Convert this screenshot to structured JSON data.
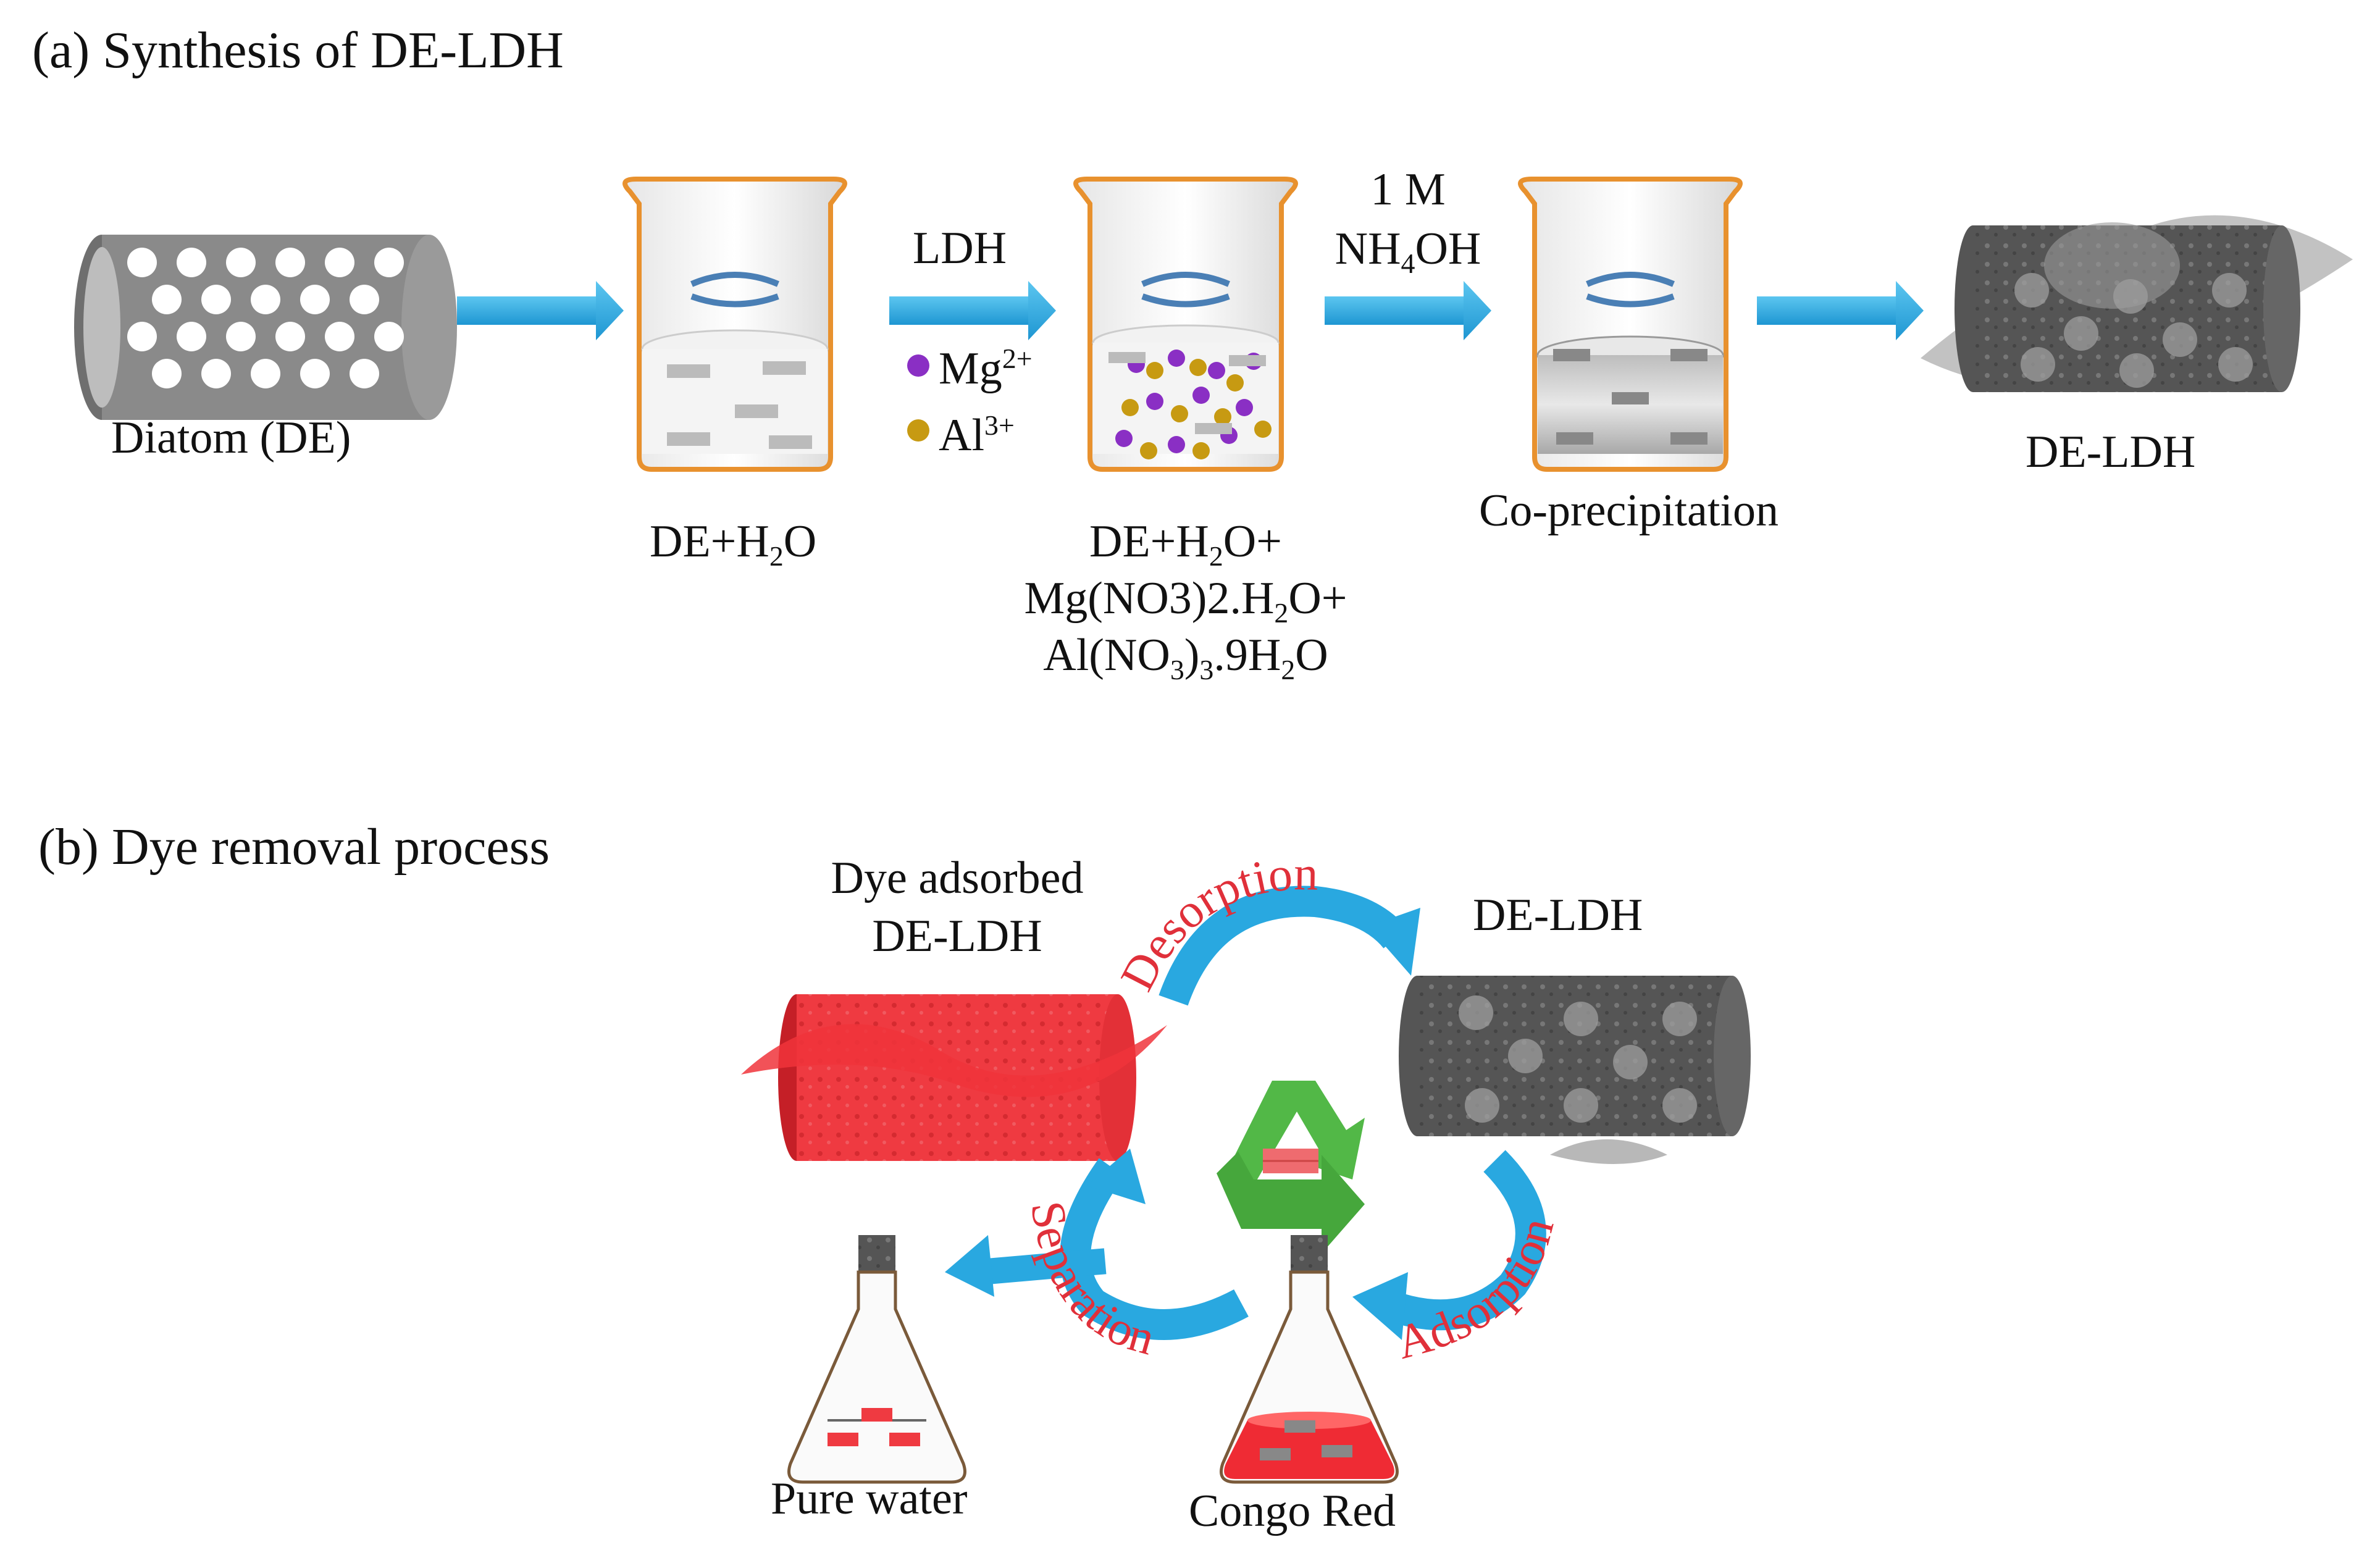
{
  "panel_a": {
    "title": "(a) Synthesis  of DE-LDH",
    "diatom_label": "Diatom (DE)",
    "beaker1_label": {
      "a": "DE+H",
      "sub": "2",
      "b": "O"
    },
    "arrow2_label": "LDH",
    "mg_label": {
      "base": "Mg",
      "sup": "2+"
    },
    "al_label": {
      "base": "Al",
      "sup": "3+"
    },
    "beaker2_label": {
      "line1": {
        "a": "DE+H",
        "sub": "2",
        "b": "O+"
      },
      "line2": {
        "a": "Mg(NO3)2.H",
        "sub": "2",
        "b": "O+"
      },
      "line3": {
        "a": "Al(NO",
        "sub1": "3",
        "b": ")",
        "sub2": "3",
        "c": ".9H",
        "sub3": "2",
        "d": "O"
      }
    },
    "arrow3_label": {
      "line1": "1 M",
      "line2a": "NH",
      "line2sub": "4",
      "line2b": "OH"
    },
    "beaker3_label": "Co-precipitation",
    "product_label": "DE-LDH"
  },
  "panel_b": {
    "title": "(b) Dye removal process",
    "dye_adsorbed_label_1": "Dye adsorbed",
    "dye_adsorbed_label_2": "DE-LDH",
    "de_ldh_label": "DE-LDH",
    "desorption": "Desorption",
    "adsorption": "Adsorption",
    "separation": "Separation",
    "pure_water_label": "Pure water",
    "congo_red_label": "Congo Red"
  },
  "colors": {
    "arrow_blue": "#29a8e0",
    "beaker_orange": "#e8912e",
    "diatom_gray": "#8a8a8a",
    "red_dye": "#ef2b34",
    "recycle_green": "#52b847",
    "mg_purple": "#8a2fc4",
    "al_gold": "#c79a12",
    "text_red": "#e0303a"
  }
}
